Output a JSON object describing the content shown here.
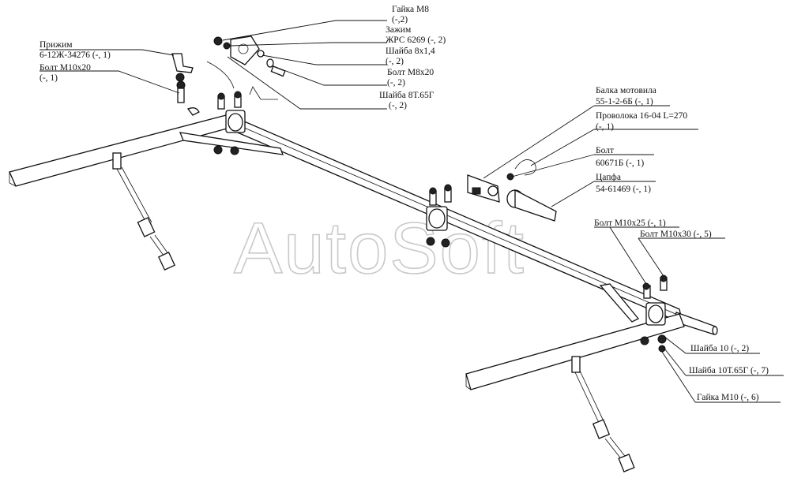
{
  "watermark": "AutoSoft",
  "labels": [
    {
      "id": "gayka-m8",
      "lines": [
        "Гайка М8",
        "(-,2)"
      ]
    },
    {
      "id": "zazhim",
      "lines": [
        "Зажим",
        "ЖРС 6269 (-, 2)"
      ]
    },
    {
      "id": "shayba-8x1",
      "lines": [
        "Шайба 8х1,4",
        "(-, 2)"
      ]
    },
    {
      "id": "bolt-m8x20",
      "lines": [
        "Болт М8х20",
        "(-, 2)"
      ]
    },
    {
      "id": "shayba-8t",
      "lines": [
        "Шайба 8Т.65Г",
        "(-, 2)"
      ]
    },
    {
      "id": "prizhim",
      "lines": [
        "Прижим",
        "6-12Ж-34276 (-, 1)"
      ]
    },
    {
      "id": "bolt-m10x20",
      "lines": [
        "Болт М10х20",
        "(-, 1)"
      ]
    },
    {
      "id": "balka",
      "lines": [
        "Балка мотовила",
        "55-1-2-6Б (-, 1)"
      ]
    },
    {
      "id": "provoloka",
      "lines": [
        "Проволока 16-04 L=270",
        "(-, 1)"
      ]
    },
    {
      "id": "bolt-60671",
      "lines": [
        "Болт",
        "60671Б (-, 1)"
      ]
    },
    {
      "id": "capfa",
      "lines": [
        "Цапфа",
        "54-61469 (-, 1)"
      ]
    },
    {
      "id": "bolt-m10x25",
      "lines": [
        "Болт М10х25 (-, 1)"
      ]
    },
    {
      "id": "bolt-m10x30",
      "lines": [
        "Болт М10х30 (-, 5)"
      ]
    },
    {
      "id": "shayba-10",
      "lines": [
        "Шайба 10 (-, 2)"
      ]
    },
    {
      "id": "shayba-10t",
      "lines": [
        "Шайба 10Т.65Г (-, 7)"
      ]
    },
    {
      "id": "gayka-m10",
      "lines": [
        "Гайка М10 (-, 6)"
      ]
    }
  ]
}
